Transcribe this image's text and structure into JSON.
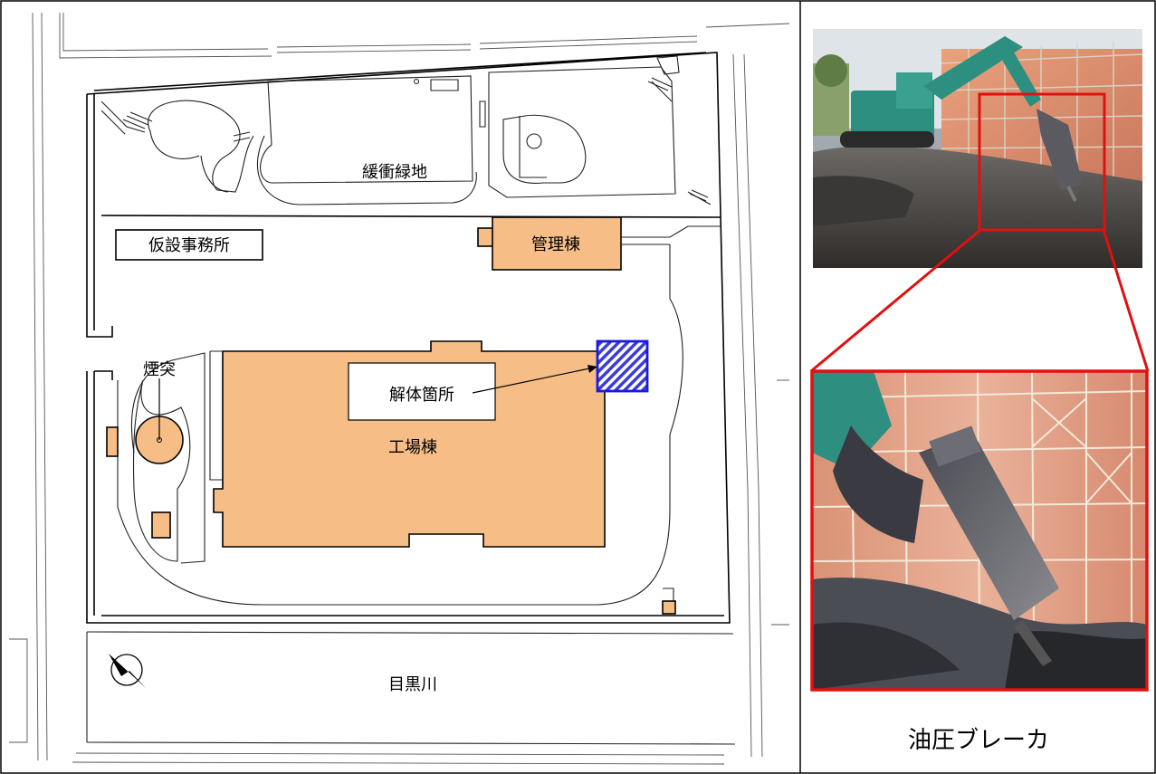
{
  "map": {
    "labels": {
      "buffer_green": "緩衝緑地",
      "temp_office": "仮設事務所",
      "admin_building": "管理棟",
      "chimney": "煙突",
      "demolition_site": "解体箇所",
      "factory_building": "工場棟",
      "river": "目黒川"
    }
  },
  "photo": {
    "caption": "油圧ブレーカ"
  },
  "colors": {
    "building_fill": "#f7bd86",
    "demolition_fill": "#3b3bdc",
    "highlight_red": "#e01010"
  }
}
